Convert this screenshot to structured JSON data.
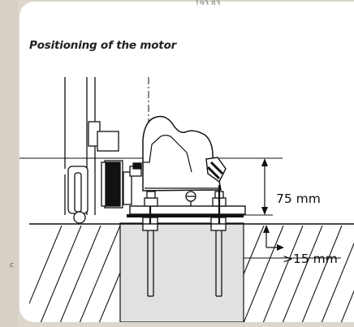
{
  "title": "Positioning of the motor",
  "page_number_fragment": "193.83",
  "left_margin_mark": "c",
  "dimensions": {
    "motor_height": "75 mm",
    "min_depth": ">15 mm"
  }
}
